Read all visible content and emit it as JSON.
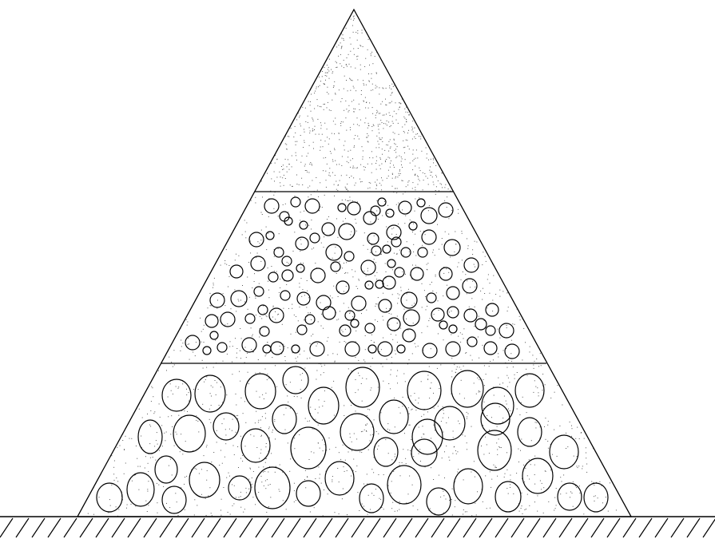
{
  "diagram": {
    "kind": "layered-pyramid-on-ground",
    "layers": [
      {
        "name": "top-layer",
        "fill": "fine-sand-speckle"
      },
      {
        "name": "middle-layer",
        "fill": "small-circles"
      },
      {
        "name": "bottom-layer",
        "fill": "large-circles"
      }
    ],
    "ground": {
      "style": "diagonal-hatch"
    }
  },
  "colors": {
    "stroke": "#000000",
    "background": "#ffffff",
    "speckle": "#555555"
  }
}
